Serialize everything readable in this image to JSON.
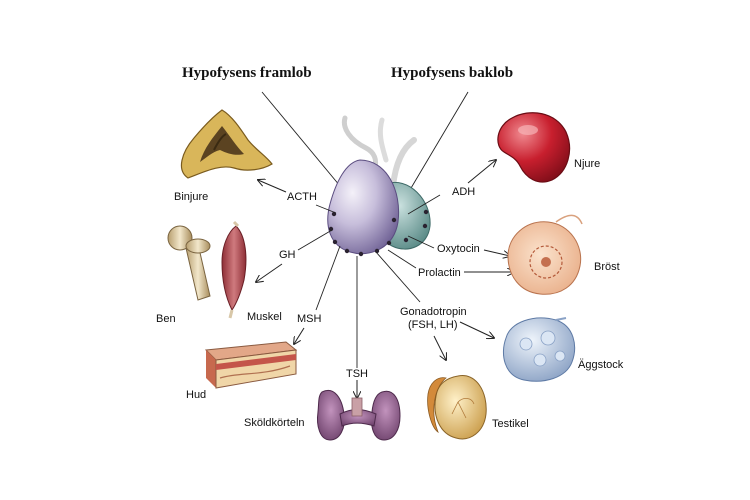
{
  "headers": {
    "anterior": "Hypofysens framlob",
    "posterior": "Hypofysens baklob"
  },
  "hormones": {
    "acth": "ACTH",
    "gh": "GH",
    "msh": "MSH",
    "tsh": "TSH",
    "adh": "ADH",
    "oxytocin": "Oxytocin",
    "prolactin": "Prolactin",
    "gonadotropin_line1": "Gonadotropin",
    "gonadotropin_line2": "(FSH, LH)"
  },
  "organs": {
    "binjure": "Binjure",
    "ben": "Ben",
    "muskel": "Muskel",
    "hud": "Hud",
    "skoldkorteln": "Sköldkörteln",
    "njure": "Njure",
    "brost": "Bröst",
    "aggstock": "Äggstock",
    "testikel": "Testikel"
  },
  "colors": {
    "pituitary_anterior": "#8e7fb0",
    "pituitary_posterior": "#5f9a95",
    "kidney": "#c41e2c",
    "adrenal": "#c9a24a",
    "muscle": "#b5545a",
    "thyroid": "#8a5a86",
    "ovary": "#9fb6d6",
    "breast": "#f3c9a5",
    "testis": "#e2bf6f"
  }
}
